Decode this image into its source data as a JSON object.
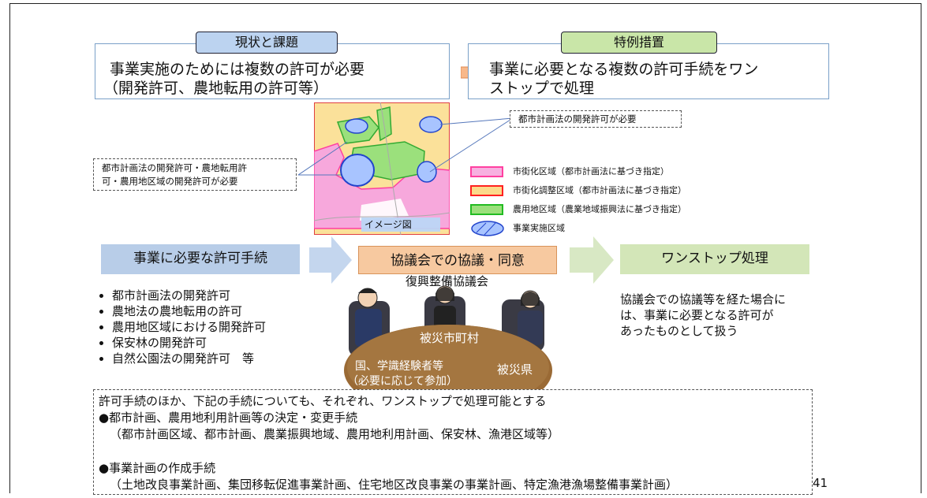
{
  "current": {
    "badge": "現状と課題",
    "line1": "事業実施のためには複数の許可が必要",
    "line2": "（開発許可、農地転用の許可等）"
  },
  "special": {
    "badge": "特例措置",
    "line1": "事業に必要となる複数の許可手続をワン",
    "line2": "ストップで処理"
  },
  "callouts": {
    "top_right": "都市計画法の開発許可が必要",
    "left_line1": "都市計画法の開発許可・農地転用許",
    "left_line2": "可・農用地区域の開発許可が必要",
    "image_label": "イメージ図"
  },
  "legend": [
    {
      "label": "市街化区域（都市計画法に基づき指定）",
      "color": "#ff44aa"
    },
    {
      "label": "市街化調整区域（都市計画法に基づき指定）",
      "color": "#ff2020"
    },
    {
      "label": "農用地区域（農業地域振興法に基づき指定）",
      "color": "#22bb22"
    },
    {
      "label": "事業実施区域",
      "color": "#3355cc"
    }
  ],
  "flow": {
    "step1": "事業に必要な許可手続",
    "step2": "協議会での協議・同意",
    "step3": "ワンストップ処理",
    "council": "復興整備協議会"
  },
  "permits": [
    "都市計画法の開発許可",
    "農地法の農地転用の許可",
    "農用地区域における開発許可",
    "保安林の開発許可",
    "自然公園法の開発許可　等"
  ],
  "table_labels": {
    "municipality": "被災市町村",
    "prefecture": "被災県",
    "national_line1": "国、学識経験者等",
    "national_line2": "（必要に応じて参加）"
  },
  "result": {
    "line1": "協議会での協議等を経た場合に",
    "line2": "は、事業に必要となる許可が",
    "line3": "あったものとして扱う"
  },
  "footer": {
    "line1": "許可手続のほか、下記の手続についても、それぞれ、ワンストップで処理可能とする",
    "line2": "●都市計画、農用地利用計画等の決定・変更手続",
    "line3": "（都市計画区域、都市計画、農業振興地域、農用地利用計画、保安林、漁港区域等）",
    "line4": "●事業計画の作成手続",
    "line5": "（土地改良事業計画、集団移転促進事業計画、住宅地区改良事業の事業計画、特定漁港漁場整備事業計画）"
  },
  "page_number": "41",
  "colors": {
    "badge_blue": "#bcd3f0",
    "badge_green": "#c9e6a8",
    "step_blue": "#b8cde8",
    "step_orange": "#f7c9a0",
    "step_green": "#d3e6b8",
    "arrow_blue": "#c4d6ee",
    "arrow_green": "#d8e8c4"
  }
}
